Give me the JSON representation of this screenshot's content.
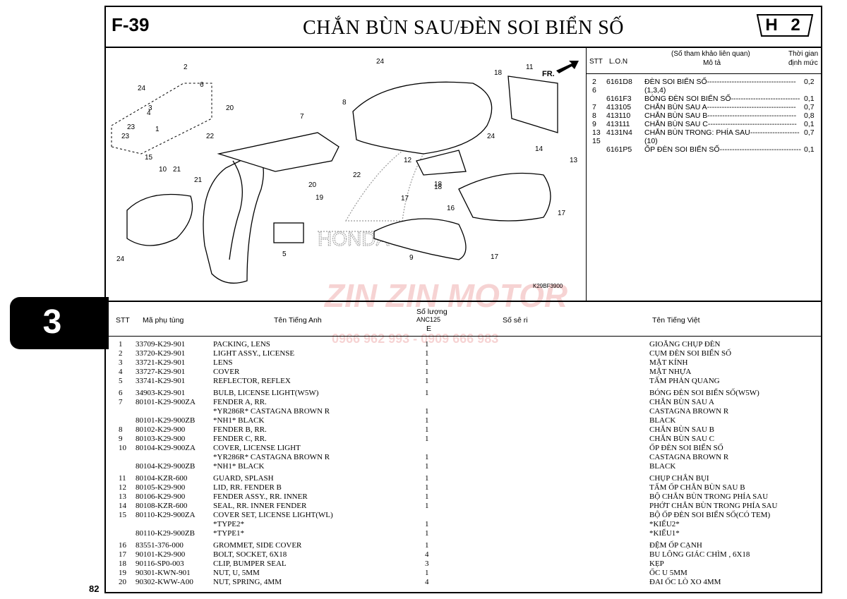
{
  "header": {
    "code": "F-39",
    "title": "CHẮN BÙN SAU/ĐÈN SOI BIỂN SỐ",
    "badge": "H 2"
  },
  "section_tab": "3",
  "page_number": "82",
  "watermark": {
    "brand": "ZIN ZIN MOTOR",
    "phone": "0966 962 993 - 0909 666 983"
  },
  "diagram": {
    "ref_code": "K29BF3900",
    "fr_label": "FR.",
    "brand_text": "HONDA",
    "callouts": [
      "2",
      "24",
      "6",
      "3",
      "4",
      "1",
      "23",
      "23",
      "22",
      "20",
      "5",
      "15",
      "10",
      "21",
      "21",
      "24",
      "7",
      "8",
      "24",
      "18",
      "11",
      "12",
      "18",
      "24",
      "14",
      "13",
      "17",
      "18",
      "16",
      "17",
      "9",
      "17",
      "20",
      "19",
      "22"
    ]
  },
  "lon": {
    "headers": {
      "stt": "STT",
      "lon": "L.O.N",
      "desc1": "(Số tham khảo liên quan)",
      "desc2": "Mô tả",
      "time1": "Thời gian",
      "time2": "định mức"
    },
    "rows": [
      {
        "stt": "2",
        "lon": "6161D8",
        "desc": "ĐÈN SOI BIỂN SỐ------------------------------------",
        "time": "0,2"
      },
      {
        "stt": "6",
        "lon": "",
        "desc": "(1,3,4)",
        "time": ""
      },
      {
        "stt": "",
        "lon": "6161F3",
        "desc": "BÓNG ĐÈN SOI BIỂN SỐ----------------------------",
        "time": "0,1"
      },
      {
        "stt": "7",
        "lon": "413105",
        "desc": "CHẮN BÙN SAU A------------------------------------",
        "time": "0,7"
      },
      {
        "stt": "8",
        "lon": "413110",
        "desc": "CHẮN BÙN SAU B------------------------------------",
        "time": "0,8"
      },
      {
        "stt": "9",
        "lon": "413111",
        "desc": "CHẮN BÙN SAU C------------------------------------",
        "time": "0,1"
      },
      {
        "stt": "13",
        "lon": "4131N4",
        "desc": "CHẮN BÙN TRONG: PHÍA SAU--------------------",
        "time": "0,7"
      },
      {
        "stt": "15",
        "lon": "",
        "desc": "(10)",
        "time": ""
      },
      {
        "stt": "",
        "lon": "6161P5",
        "desc": "ỐP ĐÈN SOI BIỂN SỐ---------------------------------",
        "time": "0,1"
      }
    ]
  },
  "table": {
    "headers": {
      "stt": "STT",
      "part": "Mã phụ tùng",
      "en": "Tên Tiếng Anh",
      "qty1": "Số lượng",
      "qty2": "ANC125",
      "qty3": "E",
      "serial": "Số sê ri",
      "vi": "Tên Tiếng Việt"
    },
    "rows": [
      {
        "stt": "1",
        "part": "33709-K29-901",
        "en": "PACKING, LENS",
        "qty": "1",
        "vi": "GIOĂNG CHỤP ĐÈN"
      },
      {
        "stt": "2",
        "part": "33720-K29-901",
        "en": "LIGHT ASSY., LICENSE",
        "qty": "1",
        "vi": "CỤM ĐÈN SOI BIỂN SỐ"
      },
      {
        "stt": "3",
        "part": "33721-K29-901",
        "en": "LENS",
        "qty": "1",
        "vi": "MẶT KÍNH"
      },
      {
        "stt": "4",
        "part": "33727-K29-901",
        "en": "COVER",
        "qty": "1",
        "vi": "MẶT NHỰA"
      },
      {
        "stt": "5",
        "part": "33741-K29-901",
        "en": "REFLECTOR, REFLEX",
        "qty": "1",
        "vi": "TẤM PHẢN QUANG"
      },
      {
        "stt": "6",
        "part": "34903-K29-901",
        "en": "BULB, LICENSE LIGHT(W5W)",
        "qty": "1",
        "vi": "BÓNG ĐÈN SOI BIỂN SỐ(W5W)"
      },
      {
        "stt": "7",
        "part": "80101-K29-900ZA",
        "en": "FENDER A, RR.",
        "qty": "",
        "vi": "CHẮN BÙN SAU A"
      },
      {
        "stt": "",
        "part": "",
        "en": "*YR286R*            CASTAGNA BROWN R",
        "qty": "1",
        "vi": "            CASTAGNA BROWN R"
      },
      {
        "stt": "",
        "part": "80101-K29-900ZB",
        "en": "*NH1*                    BLACK",
        "qty": "1",
        "vi": "                          BLACK"
      },
      {
        "stt": "8",
        "part": "80102-K29-900",
        "en": "FENDER B, RR.",
        "qty": "1",
        "vi": "CHẮN BÙN SAU B"
      },
      {
        "stt": "9",
        "part": "80103-K29-900",
        "en": "FENDER C, RR.",
        "qty": "1",
        "vi": "CHẮN BÙN SAU C"
      },
      {
        "stt": "10",
        "part": "80104-K29-900ZA",
        "en": "COVER, LICENSE LIGHT",
        "qty": "",
        "vi": "ỐP ĐÈN SOI BIỂN SỐ"
      },
      {
        "stt": "",
        "part": "",
        "en": "*YR286R*            CASTAGNA BROWN R",
        "qty": "1",
        "vi": "            CASTAGNA BROWN R"
      },
      {
        "stt": "",
        "part": "80104-K29-900ZB",
        "en": "*NH1*                    BLACK",
        "qty": "1",
        "vi": "                          BLACK"
      },
      {
        "stt": "11",
        "part": "80104-KZR-600",
        "en": "GUARD, SPLASH",
        "qty": "1",
        "vi": "CHỤP CHẮN BỤI"
      },
      {
        "stt": "12",
        "part": "80105-K29-900",
        "en": "LID, RR. FENDER B",
        "qty": "1",
        "vi": "TẤM ỐP  CHẮN BÙN SAU B"
      },
      {
        "stt": "13",
        "part": "80106-K29-900",
        "en": "FENDER ASSY., RR. INNER",
        "qty": "1",
        "vi": "BỘ CHẮN BÙN TRONG PHÍA SAU"
      },
      {
        "stt": "14",
        "part": "80108-KZR-600",
        "en": "SEAL, RR. INNER FENDER",
        "qty": "1",
        "vi": "PHỚT CHẮN BÙN TRONG PHÍA SAU"
      },
      {
        "stt": "15",
        "part": "80110-K29-900ZA",
        "en": "COVER SET, LICENSE LIGHT(WL)",
        "qty": "",
        "vi": "BỘ ỐP ĐÈN SOI BIỂN SỐ(CÓ TEM)"
      },
      {
        "stt": "",
        "part": "",
        "en": "*TYPE2*",
        "qty": "1",
        "vi": "*KIỂU2*"
      },
      {
        "stt": "",
        "part": "80110-K29-900ZB",
        "en": "*TYPE1*",
        "qty": "1",
        "vi": "*KIỂU1*"
      },
      {
        "stt": "16",
        "part": "83551-376-000",
        "en": "GROMMET, SIDE COVER",
        "qty": "1",
        "vi": "ĐỆM ỐP CẠNH"
      },
      {
        "stt": "17",
        "part": "90101-K29-900",
        "en": "BOLT, SOCKET, 6X18",
        "qty": "4",
        "vi": "BU LÔNG GIÁC CHÌM , 6X18"
      },
      {
        "stt": "18",
        "part": "90116-SP0-003",
        "en": "CLIP, BUMPER SEAL",
        "qty": "3",
        "vi": "KẸP"
      },
      {
        "stt": "19",
        "part": "90301-KWN-901",
        "en": "NUT, U, 5MM",
        "qty": "1",
        "vi": "ỐC U 5MM"
      },
      {
        "stt": "20",
        "part": "90302-KWW-A00",
        "en": "NUT, SPRING, 4MM",
        "qty": "4",
        "vi": "ĐAI ỐC LÒ XO 4MM"
      }
    ]
  }
}
